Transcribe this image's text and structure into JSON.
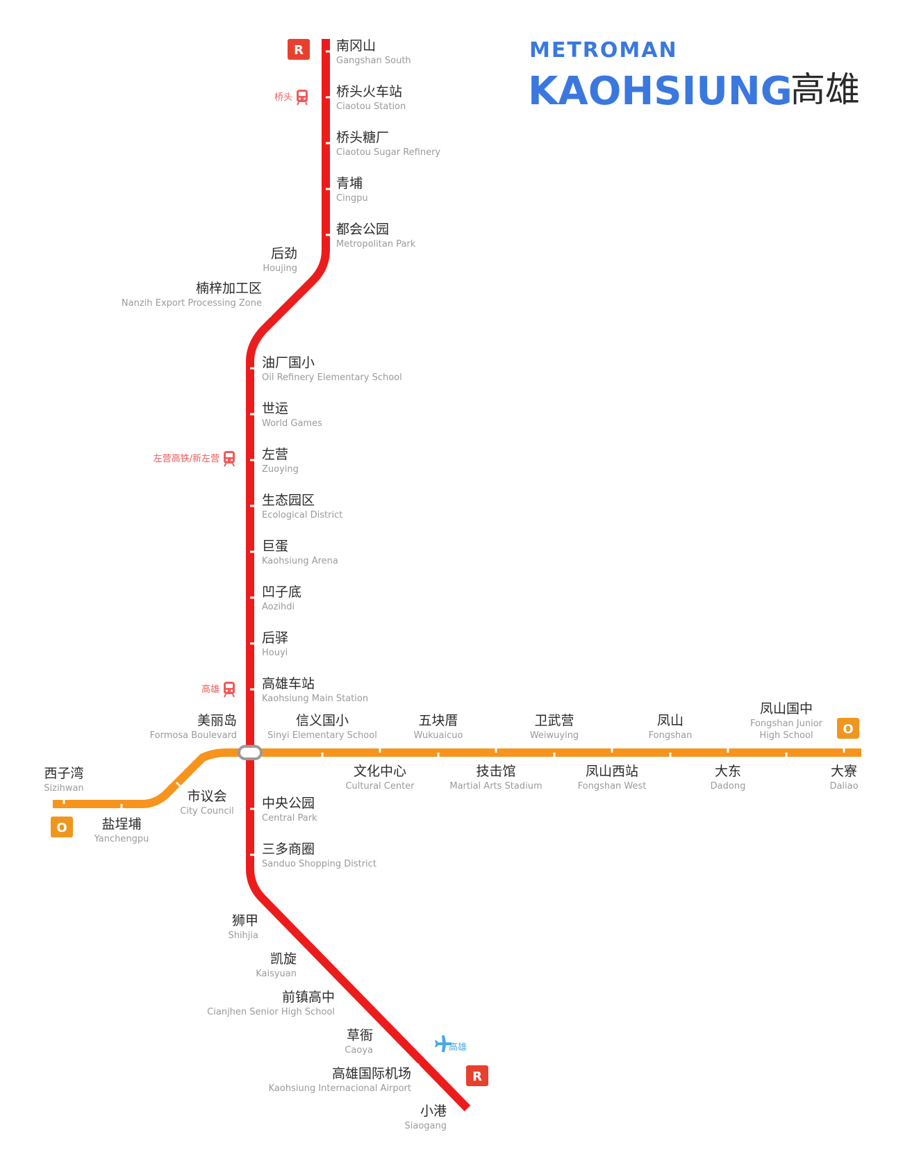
{
  "header": {
    "brand": "METROMAN",
    "city_en": "KAOHSIUNG",
    "city_zh": "高雄"
  },
  "colors": {
    "red_line": "#ed1c1c",
    "orange_line": "#f7941d",
    "title_blue": "#3a78e0",
    "railway_red": "#f05a5a",
    "airport_blue": "#4aa8e6"
  },
  "lines": {
    "red": {
      "badge": "R"
    },
    "orange": {
      "badge": "O"
    }
  },
  "red_stations": [
    {
      "zh": "南冈山",
      "en": "Gangshan South"
    },
    {
      "zh": "桥头火车站",
      "en": "Ciaotou Station"
    },
    {
      "zh": "桥头糖厂",
      "en": "Ciaotou Sugar Refinery"
    },
    {
      "zh": "青埔",
      "en": "Cingpu"
    },
    {
      "zh": "都会公园",
      "en": "Metropolitan Park"
    },
    {
      "zh": "后劲",
      "en": "Houjing"
    },
    {
      "zh": "楠梓加工区",
      "en": "Nanzih Export Processing Zone"
    },
    {
      "zh": "油厂国小",
      "en": "Oil Refinery Elementary School"
    },
    {
      "zh": "世运",
      "en": "World Games"
    },
    {
      "zh": "左营",
      "en": "Zuoying"
    },
    {
      "zh": "生态园区",
      "en": "Ecological District"
    },
    {
      "zh": "巨蛋",
      "en": "Kaohsiung Arena"
    },
    {
      "zh": "凹子底",
      "en": "Aozihdi"
    },
    {
      "zh": "后驿",
      "en": "Houyi"
    },
    {
      "zh": "高雄车站",
      "en": "Kaohsiung Main Station"
    },
    {
      "zh": "美丽岛",
      "en": "Formosa Boulevard"
    },
    {
      "zh": "中央公园",
      "en": "Central Park"
    },
    {
      "zh": "三多商圈",
      "en": "Sanduo Shopping District"
    },
    {
      "zh": "狮甲",
      "en": "Shihjia"
    },
    {
      "zh": "凯旋",
      "en": "Kaisyuan"
    },
    {
      "zh": "前镇高中",
      "en": "Cianjhen Senior High School"
    },
    {
      "zh": "草衙",
      "en": "Caoya"
    },
    {
      "zh": "高雄国际机场",
      "en": "Kaohsiung Internacional Airport"
    },
    {
      "zh": "小港",
      "en": "Siaogang"
    }
  ],
  "orange_stations": [
    {
      "zh": "西子湾",
      "en": "Sizihwan"
    },
    {
      "zh": "盐埕埔",
      "en": "Yanchengpu"
    },
    {
      "zh": "市议会",
      "en": "City Council"
    },
    {
      "zh": "信义国小",
      "en": "Sinyi Elementary School"
    },
    {
      "zh": "文化中心",
      "en": "Cultural Center"
    },
    {
      "zh": "五块厝",
      "en": "Wukuaicuo"
    },
    {
      "zh": "技击馆",
      "en": "Martial Arts Stadium"
    },
    {
      "zh": "卫武营",
      "en": "Weiwuying"
    },
    {
      "zh": "凤山西站",
      "en": "Fongshan West"
    },
    {
      "zh": "凤山",
      "en": "Fongshan"
    },
    {
      "zh": "大东",
      "en": "Dadong"
    },
    {
      "zh": "凤山国中",
      "en": "Fongshan Junior"
    },
    {
      "zh": "大寮",
      "en": "Daliao"
    }
  ],
  "orange_extra_line": "High School",
  "railway_transfers": [
    "桥头",
    "左营高铁/新左营",
    "高雄"
  ],
  "airport_transfer": "高雄",
  "icons": {
    "railway": "train-icon",
    "airport": "airplane-icon"
  }
}
